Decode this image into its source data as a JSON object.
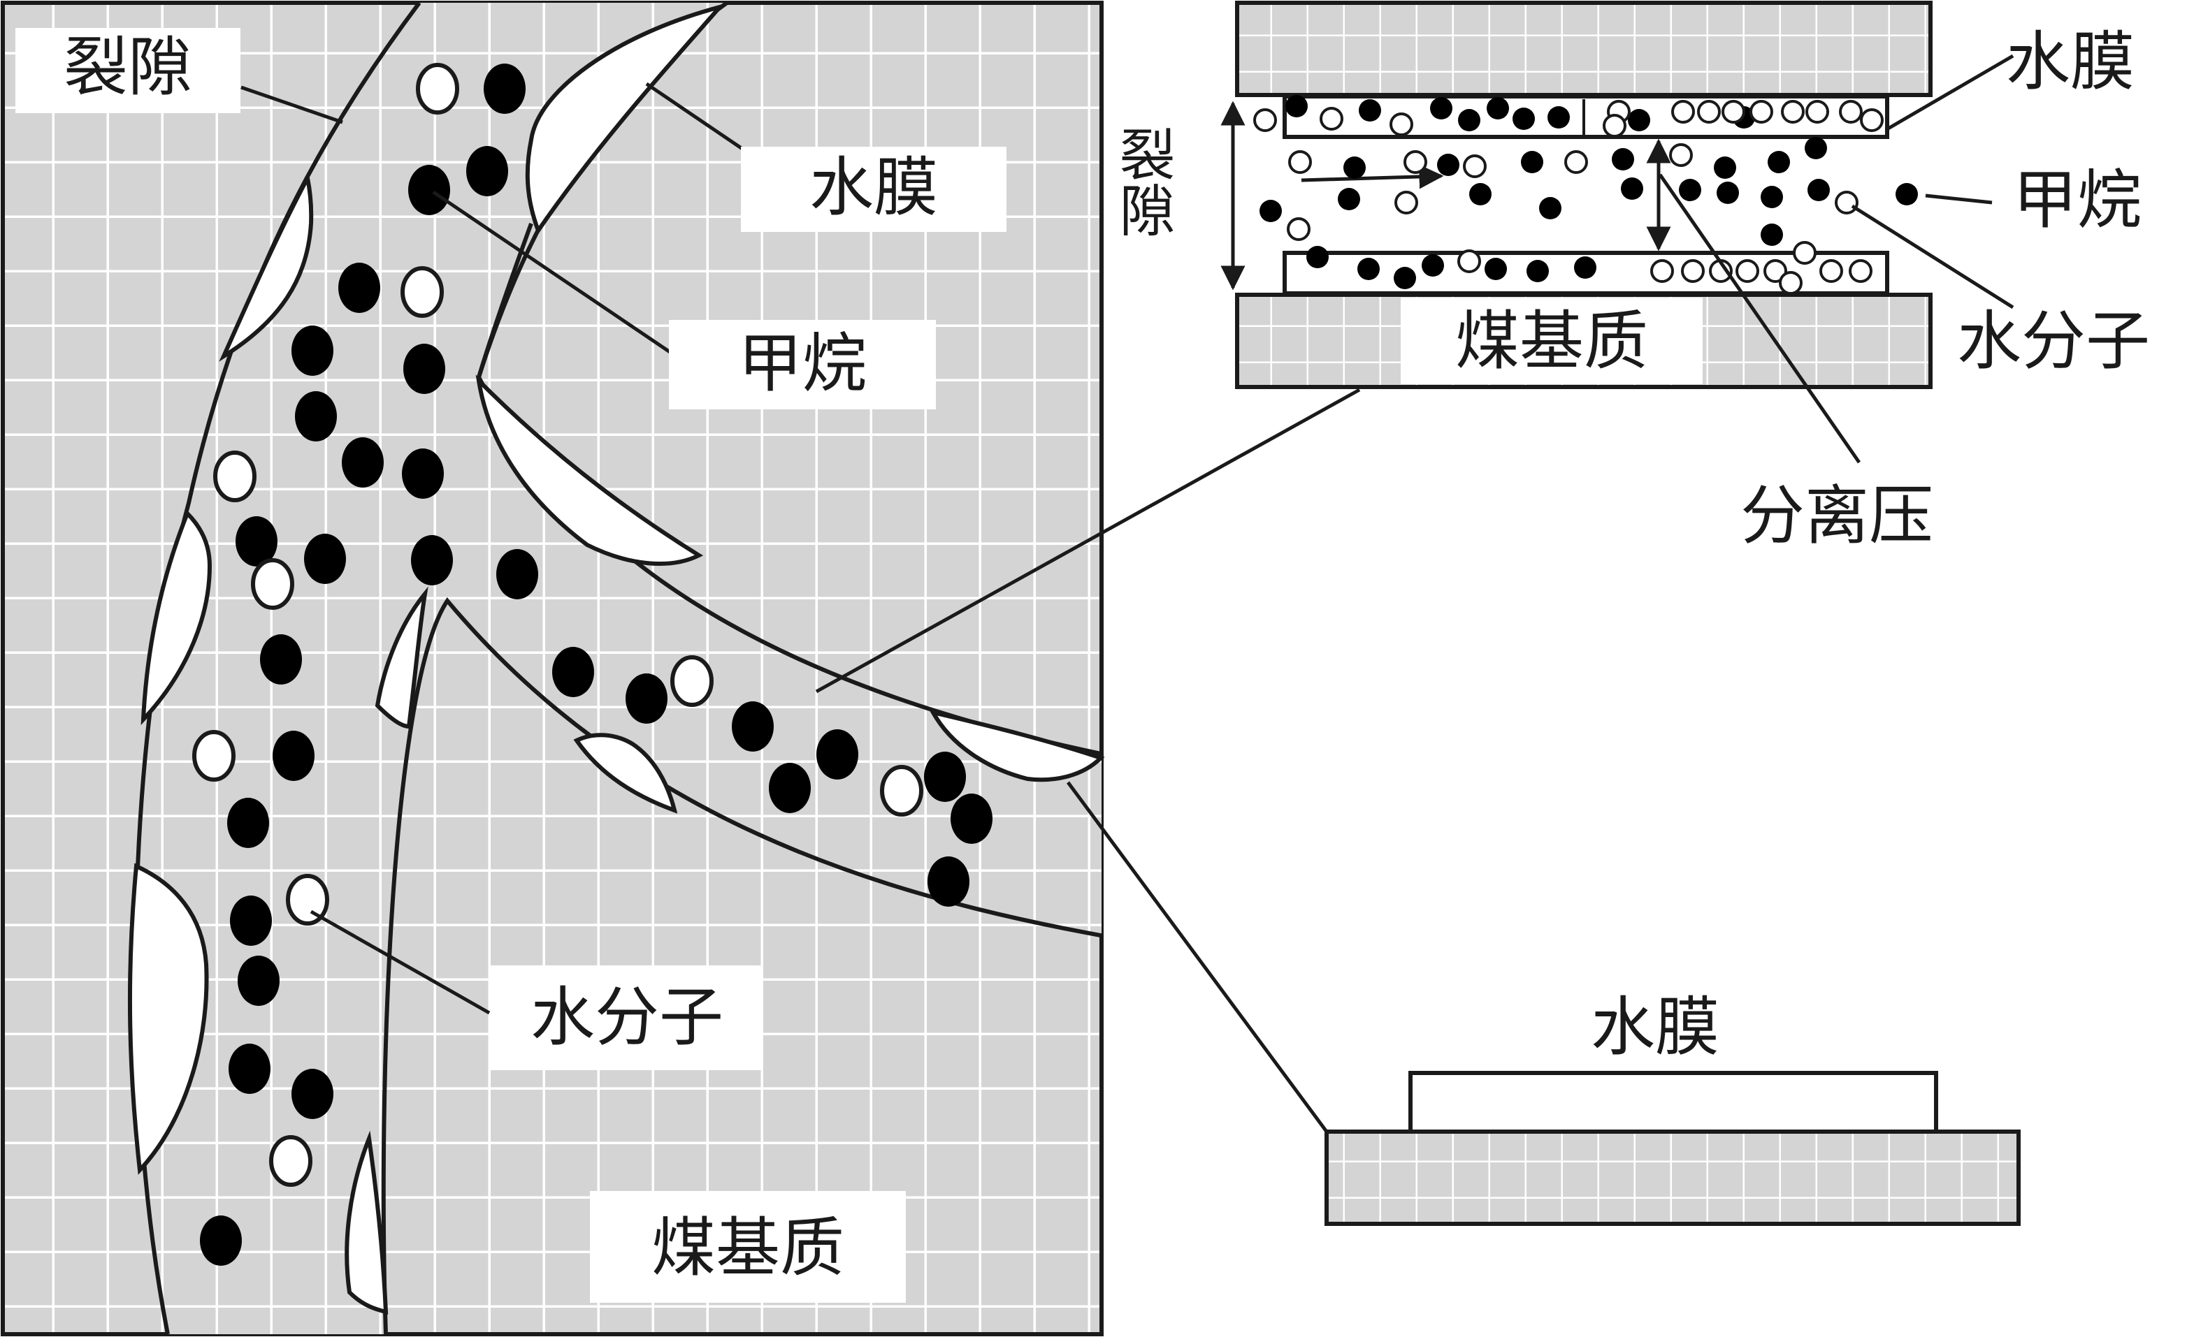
{
  "left_panel": {
    "label_fracture": "裂隙",
    "label_water_film": "水膜",
    "label_methane": "甲烷",
    "label_water_molecule": "水分子",
    "label_coal_matrix": "煤基质"
  },
  "top_right_panel": {
    "label_water_film": "水膜",
    "label_methane": "甲烷",
    "label_water_molecule": "水分子",
    "label_fracture_vertical": "裂隙",
    "label_coal_matrix": "煤基质",
    "label_disjoining_pressure": "分离压"
  },
  "bottom_right_panel": {
    "label_water_film": "水膜"
  },
  "colors": {
    "matrix_fill": "#d4d4d4",
    "grid_line": "#ffffff",
    "outline": "#1a1a1a",
    "methane": "#000000",
    "water_molecule": "#ffffff"
  }
}
